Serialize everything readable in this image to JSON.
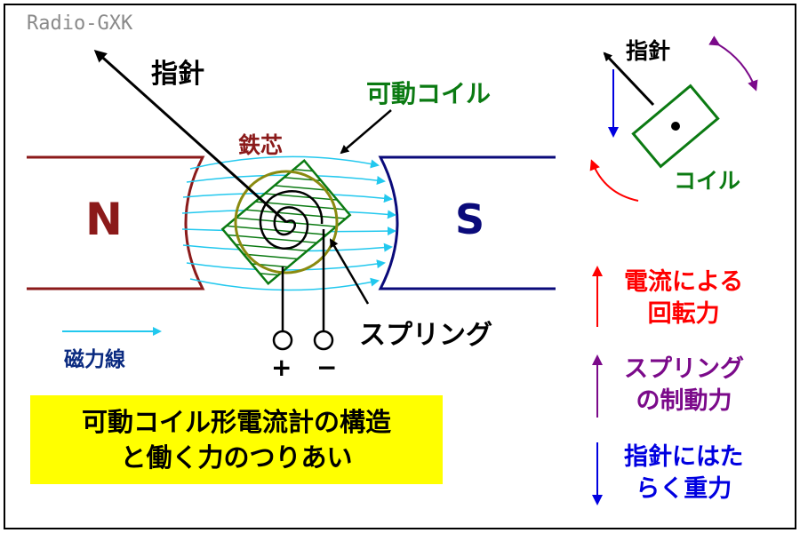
{
  "watermark": "Radio-GXK",
  "labels": {
    "needle": "指針",
    "iron_core": "鉄芯",
    "moving_coil": "可動コイル",
    "pole_n": "N",
    "pole_s": "S",
    "spring": "スプリング",
    "plus": "+",
    "minus": "−",
    "flux_lines": "磁力線"
  },
  "title": {
    "line1": "可動コイル形電流計の構造",
    "line2": "と働く力のつりあい"
  },
  "inset": {
    "needle": "指針",
    "coil": "コイル"
  },
  "forces": {
    "current": {
      "line1": "電流による",
      "line2": "回転力",
      "color": "#ff0000"
    },
    "spring": {
      "line1": "スプリング",
      "line2": "の制動力",
      "color": "#7b0a8a"
    },
    "gravity": {
      "line1": "指針にはた",
      "line2": "らく重力",
      "color": "#0000e0"
    }
  },
  "colors": {
    "north_pole": "#8b1a1a",
    "south_pole": "#0a0a7a",
    "coil": "#0b7a12",
    "core_ring": "#8a8a10",
    "flux": "#22c8ee",
    "title_bg": "#ffff00"
  }
}
